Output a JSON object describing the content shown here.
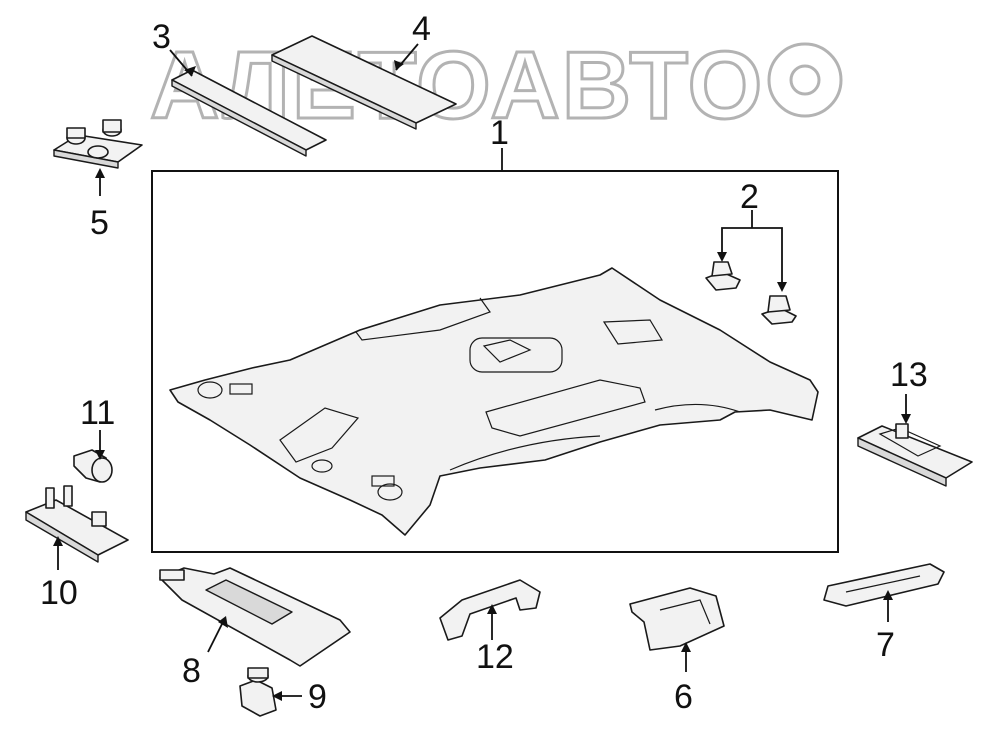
{
  "watermark": {
    "text": "АЛЕТОАВТО",
    "color": "#9a9a9a"
  },
  "callouts": [
    {
      "id": "part-1",
      "label": "1"
    },
    {
      "id": "part-2",
      "label": "2"
    },
    {
      "id": "part-3",
      "label": "3"
    },
    {
      "id": "part-4",
      "label": "4"
    },
    {
      "id": "part-5",
      "label": "5"
    },
    {
      "id": "part-6",
      "label": "6"
    },
    {
      "id": "part-7",
      "label": "7"
    },
    {
      "id": "part-8",
      "label": "8"
    },
    {
      "id": "part-9",
      "label": "9"
    },
    {
      "id": "part-10",
      "label": "10"
    },
    {
      "id": "part-11",
      "label": "11"
    },
    {
      "id": "part-12",
      "label": "12"
    },
    {
      "id": "part-13",
      "label": "13"
    }
  ],
  "colors": {
    "line": "#111111",
    "part_fill": "#f2f2f2",
    "background": "#ffffff"
  }
}
